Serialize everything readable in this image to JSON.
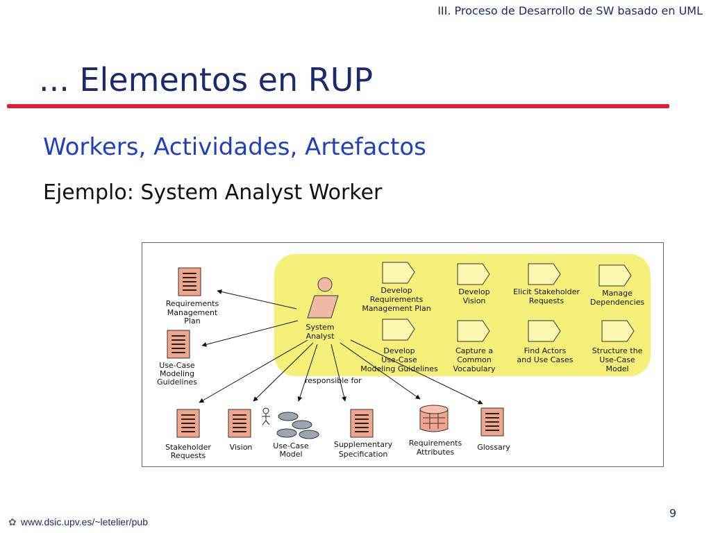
{
  "header": {
    "course_title": "III. Proceso de Desarrollo de SW basado en  UML"
  },
  "slide": {
    "title": "... Elementos en RUP",
    "subtitle": "Workers, Actividades, Artefactos",
    "example": "Ejemplo: System Analyst Worker"
  },
  "diagram": {
    "worker": {
      "label": [
        "System",
        "Analyst"
      ]
    },
    "responsible_label": "responsible for",
    "activities": [
      {
        "label": [
          "Develop",
          "Requirements",
          "Management Plan"
        ]
      },
      {
        "label": [
          "Develop",
          "Vision"
        ]
      },
      {
        "label": [
          "Elicit Stakeholder",
          "Requests"
        ]
      },
      {
        "label": [
          "Manage",
          "Dependencies"
        ]
      },
      {
        "label": [
          "Develop",
          "Use-Case",
          "Modeling Guidelines"
        ]
      },
      {
        "label": [
          "Capture a",
          "Common",
          "Vocabulary"
        ]
      },
      {
        "label": [
          "Find Actors",
          "and Use Cases"
        ]
      },
      {
        "label": [
          "Structure the",
          "Use-Case",
          "Model"
        ]
      }
    ],
    "artifacts": [
      {
        "label": [
          "Requirements",
          "Management",
          "Plan"
        ]
      },
      {
        "label": [
          "Use-Case",
          "Modeling",
          "Guidelines"
        ]
      },
      {
        "label": [
          "Stakeholder",
          "Requests"
        ]
      },
      {
        "label": [
          "Vision"
        ]
      },
      {
        "label": [
          "Use-Case",
          "Model"
        ]
      },
      {
        "label": [
          "Supplementary",
          "Specification"
        ]
      },
      {
        "label": [
          "Requirements",
          "Attributes"
        ]
      },
      {
        "label": [
          "Glossary"
        ]
      }
    ],
    "colors": {
      "activity_area": "#f5f07a",
      "worker_body": "#f0b9a6",
      "document": "#f0a58c",
      "activity_box": "#fbf6b0"
    }
  },
  "footer": {
    "url": "www.dsic.upv.es/~letelier/pub",
    "page_number": "9"
  }
}
